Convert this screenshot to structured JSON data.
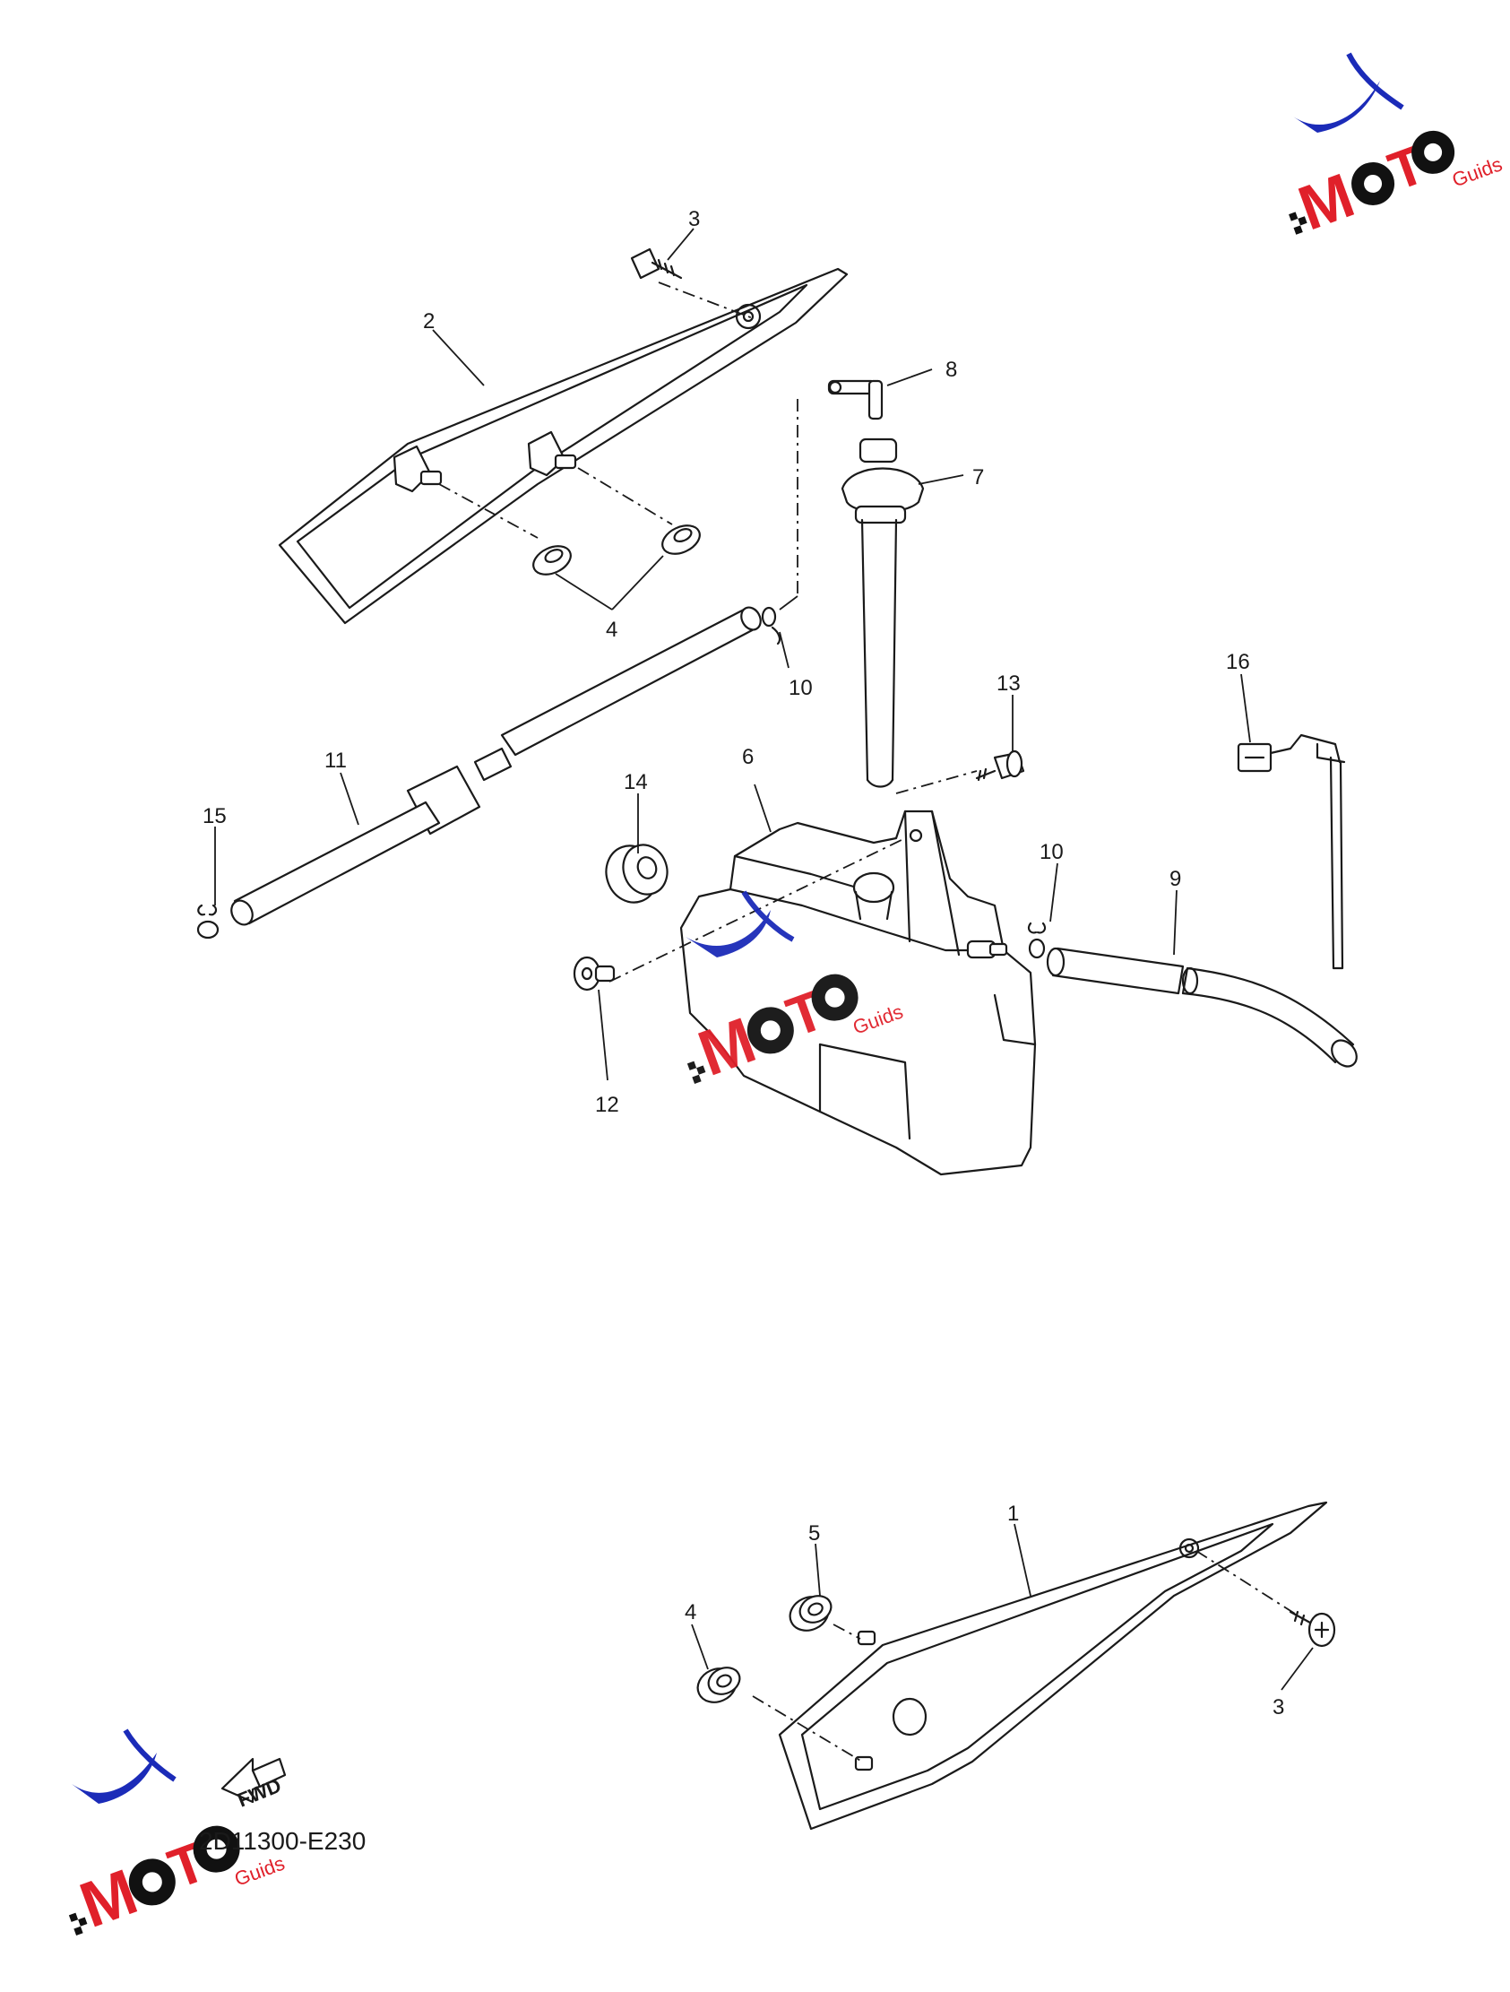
{
  "callouts": {
    "c1": "1",
    "c2": "2",
    "c3a": "3",
    "c3b": "3",
    "c4a": "4",
    "c4b": "4",
    "c5": "5",
    "c6": "6",
    "c7": "7",
    "c8": "8",
    "c9": "9",
    "c10a": "10",
    "c10b": "10",
    "c11": "11",
    "c12": "12",
    "c13": "13",
    "c14": "14",
    "c15": "15",
    "c16": "16"
  },
  "diagram_code": "2D11300-E230",
  "fwd_label": "FWD",
  "watermark": {
    "text": "MOTO Guids",
    "colors": {
      "blue": "#1b2bb8",
      "red": "#e0202a",
      "black": "#111111"
    }
  }
}
